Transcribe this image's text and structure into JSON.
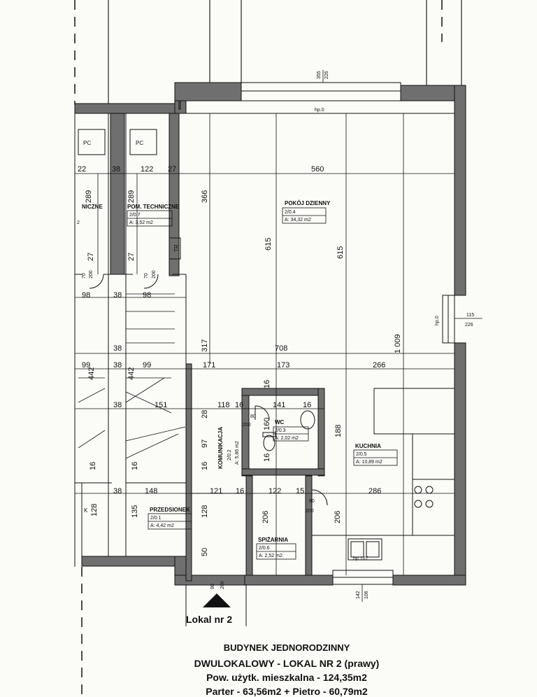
{
  "caption": {
    "line1": "BUDYNEK JEDNORODZINNY",
    "line2": "DWULOKALOWY - LOKAL NR 2 (prawy)",
    "line3": "Pow. użytk. mieszkalna - 124,35m2",
    "line4": "Parter - 63,56m2 + Pietro - 60,79m2"
  },
  "lokal_label": "Lokal nr 2",
  "rooms": {
    "pokoj": {
      "name": "POKÓJ DZIENNY",
      "num": "2/0.4",
      "area": "A: 34,32 m2"
    },
    "tech": {
      "name": "POM. TECHNICZNE",
      "num": "2/0.7",
      "area": "A: 3,52 m2"
    },
    "tech_left": {
      "name": "NICZNE",
      "side": "2"
    },
    "wc": {
      "name": "WC",
      "num": "2/0.3",
      "area": "A: 2,02 m2"
    },
    "komunikacja": {
      "name": "KOMUNIKACJA",
      "num": "2/0.2",
      "area": "A: 5,86 m2"
    },
    "kuchnia": {
      "name": "KUCHNIA",
      "num": "2/0.5",
      "area": "A: 10,89 m2"
    },
    "przedsionek": {
      "name": "PRZEDSIONEK",
      "num": "2/0.1",
      "area": "A: 4,42 m2"
    },
    "spizarnia": {
      "name": "SPIŻARNIA",
      "num": "2/0.6",
      "area": "A: 2,52 m2"
    }
  },
  "labels": {
    "pc": "PC",
    "tr": "TR",
    "hp0_top": "hp.0",
    "hp0_right": "hp.0",
    "hp107": "hp.107",
    "k": "K"
  },
  "dims": {
    "top_window_a": "355",
    "top_window_b": "226",
    "right_window_a": "115",
    "right_window_b": "226",
    "bottom_window_a": "142",
    "bottom_window_b": "106",
    "row1": [
      "22",
      "38",
      "122",
      "27",
      "560"
    ],
    "row2": [
      "98",
      "38",
      "98"
    ],
    "row3": [
      "38",
      "708"
    ],
    "row4": [
      "99",
      "38",
      "99",
      "171",
      "173",
      "266"
    ],
    "row5": [
      "38",
      "151",
      "118",
      "16",
      "141",
      "16"
    ],
    "row6": [
      "38",
      "148",
      "121",
      "16",
      "122",
      "15",
      "286"
    ],
    "v_289a": "289",
    "v_289b": "289",
    "v_366": "366",
    "v_615a": "615",
    "v_615b": "615",
    "v_1009": "1 009",
    "v_317": "317",
    "v_27a": "27",
    "v_27b": "27",
    "v_70a": "70",
    "v_200a": "200",
    "v_70b": "70",
    "v_200b": "200",
    "v_442a": "442",
    "v_442b": "442",
    "v_16a": "16",
    "v_16b": "16",
    "v_16c": "16",
    "v_16d": "16",
    "v_16e": "16",
    "v_28": "28",
    "v_97": "97",
    "v_160": "160",
    "v_188": "188",
    "v_128a": "128",
    "v_135": "135",
    "v_128b": "128",
    "v_50": "50",
    "v_206a": "206",
    "v_206b": "206",
    "door_wc_w": "80",
    "door_wc_h": "200",
    "door_sp_w": "80",
    "door_sp_h": "200",
    "entry_w": "90",
    "entry_h": "200"
  }
}
